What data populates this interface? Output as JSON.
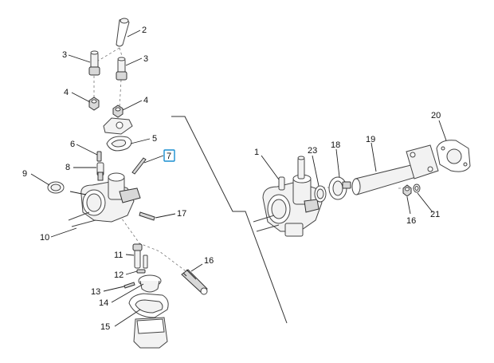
{
  "diagram": {
    "highlight_color": "#1a8fd0",
    "highlighted_callout": "7",
    "callouts": [
      {
        "id": "c1",
        "label": "1"
      },
      {
        "id": "c2",
        "label": "2"
      },
      {
        "id": "c3a",
        "label": "3"
      },
      {
        "id": "c3b",
        "label": "3"
      },
      {
        "id": "c4a",
        "label": "4"
      },
      {
        "id": "c4b",
        "label": "4"
      },
      {
        "id": "c5",
        "label": "5"
      },
      {
        "id": "c6",
        "label": "6"
      },
      {
        "id": "c7",
        "label": "7"
      },
      {
        "id": "c8",
        "label": "8"
      },
      {
        "id": "c9",
        "label": "9"
      },
      {
        "id": "c10",
        "label": "10"
      },
      {
        "id": "c11",
        "label": "11"
      },
      {
        "id": "c12",
        "label": "12"
      },
      {
        "id": "c13",
        "label": "13"
      },
      {
        "id": "c14",
        "label": "14"
      },
      {
        "id": "c15",
        "label": "15"
      },
      {
        "id": "c16",
        "label": "16"
      },
      {
        "id": "c16b",
        "label": "16"
      },
      {
        "id": "c17",
        "label": "17"
      },
      {
        "id": "c18",
        "label": "18"
      },
      {
        "id": "c19",
        "label": "19"
      },
      {
        "id": "c20",
        "label": "20"
      },
      {
        "id": "c21",
        "label": "21"
      },
      {
        "id": "c23",
        "label": "23"
      }
    ]
  }
}
